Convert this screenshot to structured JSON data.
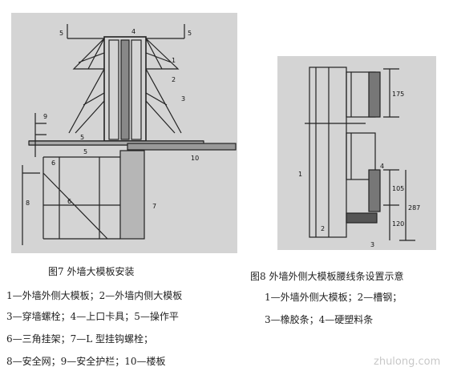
{
  "figure7": {
    "caption": "图7  外墙大模板安装",
    "callouts": [
      "5",
      "4",
      "5",
      "1",
      "2",
      "3",
      "9",
      "5",
      "5",
      "10",
      "6",
      "8",
      "6",
      "7"
    ],
    "legend": [
      "1—外墙外侧大模板；2—外墙内侧大模板",
      "3—穿墙螺栓；4—上口卡具；5—操作平",
      "6—三角挂架；7—L 型挂钩螺栓；",
      "8—安全网；9—安全护栏；10—楼板"
    ]
  },
  "figure8": {
    "caption": "图8  外墙外侧大模板腰线条设置示意",
    "callouts": [
      "1",
      "2",
      "4",
      "3"
    ],
    "dimensions": [
      "175",
      "105",
      "287",
      "120"
    ],
    "legend": [
      "1—外墙外侧大模板；2—槽钢；",
      "3—橡胶条；4—硬塑料条"
    ]
  },
  "watermark": {
    "text": "zhulong.com"
  }
}
